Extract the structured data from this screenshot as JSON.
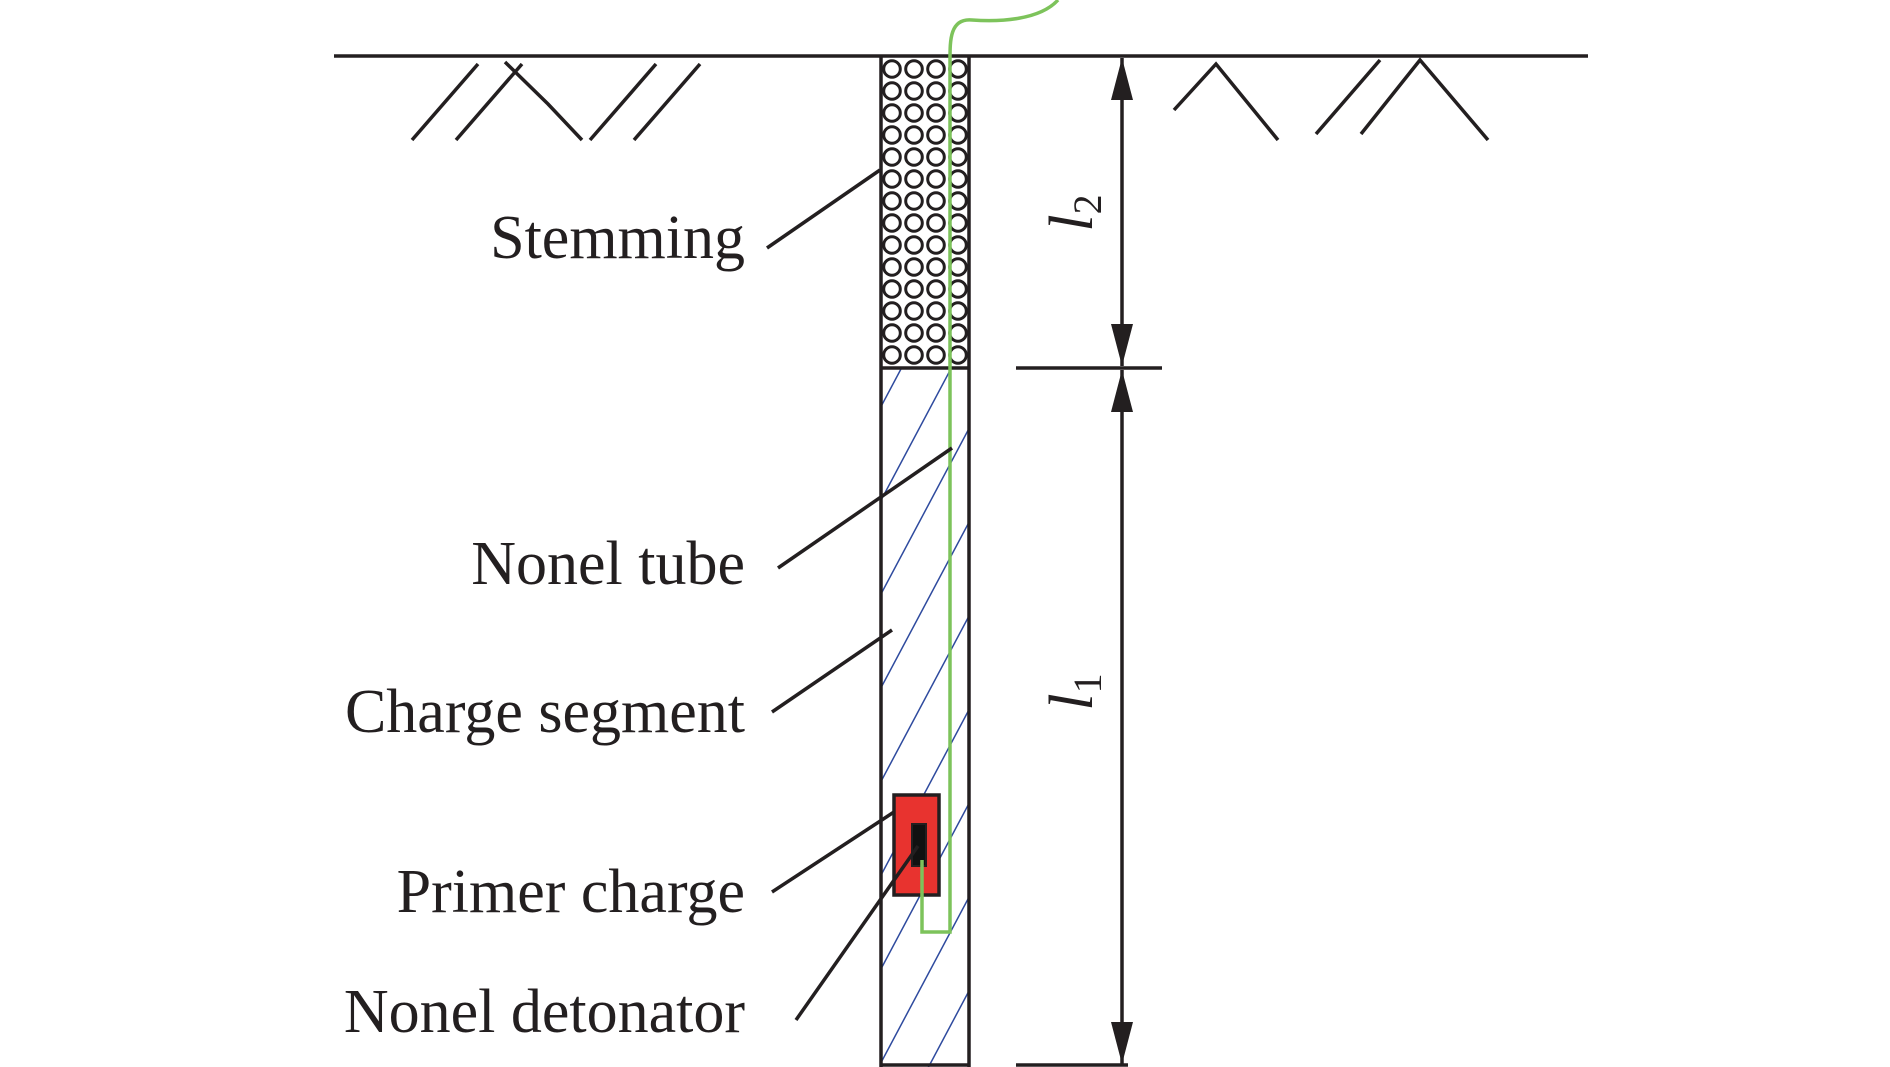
{
  "labels": {
    "stemming": "Stemming",
    "nonel_tube": "Nonel tube",
    "charge_segment": "Charge segment",
    "primer_charge": "Primer charge",
    "nonel_detonator": "Nonel detonator"
  },
  "dimensions": {
    "l2": {
      "symbol": "l",
      "subscript": "2"
    },
    "l1": {
      "symbol": "l",
      "subscript": "1"
    }
  },
  "colors": {
    "line": "#231f20",
    "nonel_tube": "#7dc35b",
    "hatch": "#2e4a9e",
    "primer_charge": "#e8332f",
    "detonator": "#111111"
  }
}
